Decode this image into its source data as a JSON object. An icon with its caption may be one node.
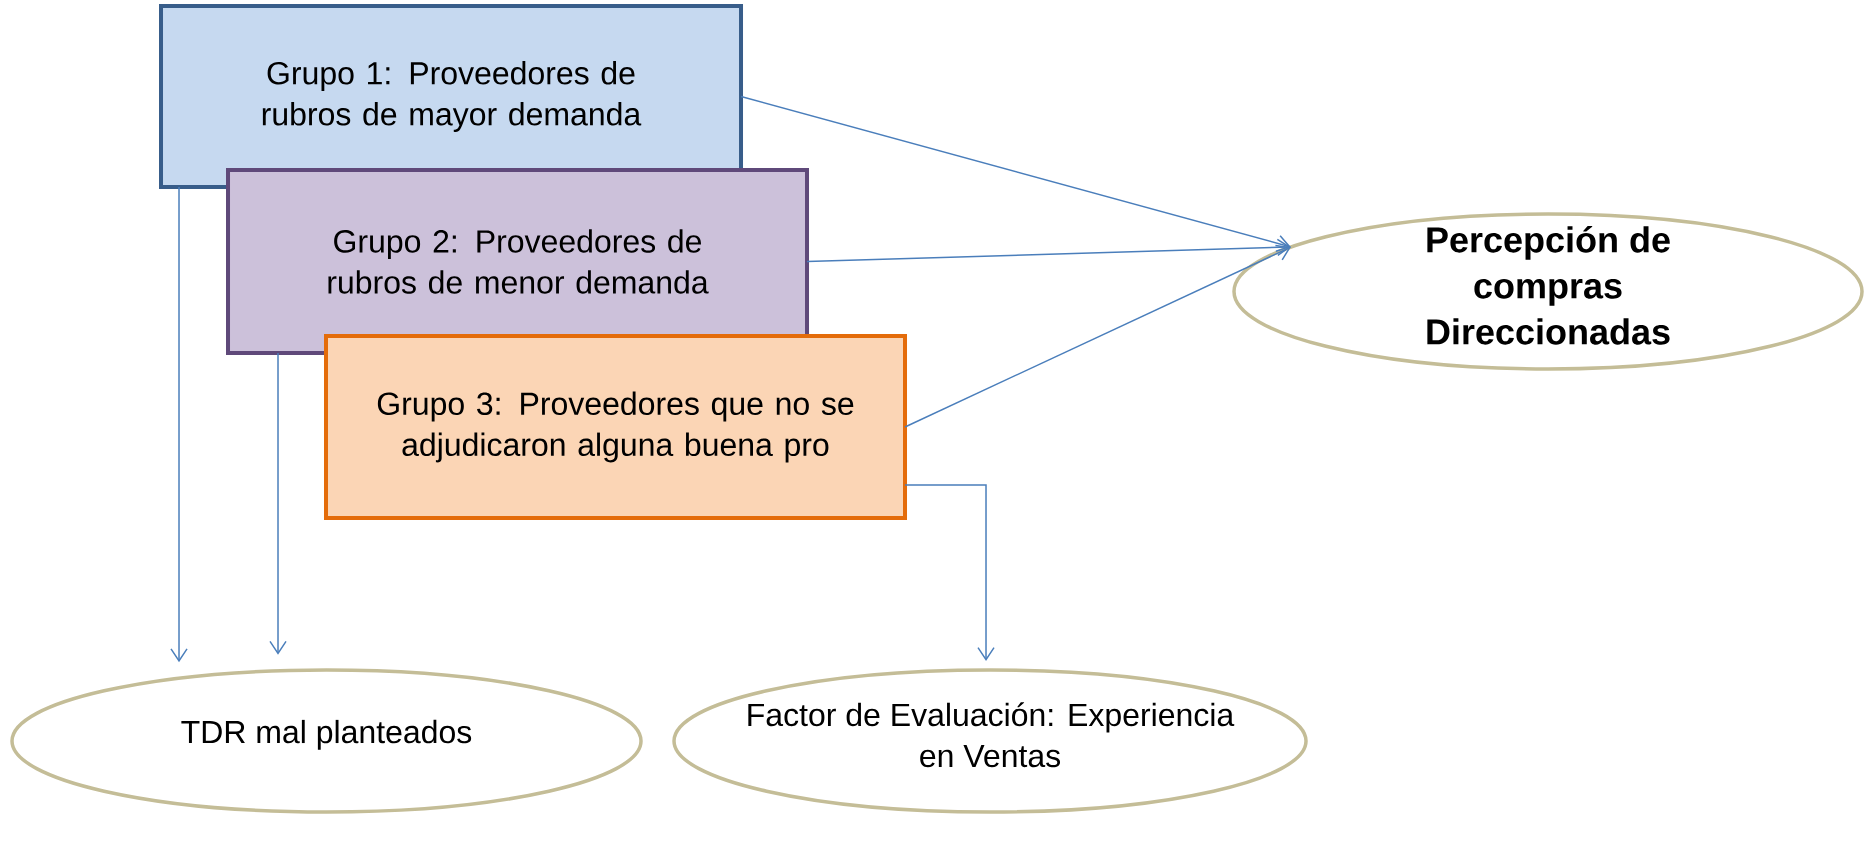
{
  "diagram": {
    "nodes": [
      {
        "text": [
          "Grupo 1: Proveedores de rubros de mayor demanda"
        ]
      },
      {
        "text": [
          "Grupo 2: Proveedores de rubros de menor demanda"
        ]
      },
      {
        "text": [
          "Grupo 3: Proveedores que no se adjudicaron alguna buena pro"
        ]
      },
      {
        "text": [
          "Percepción de compras Direccionadas"
        ]
      },
      {
        "text": [
          "TDR mal planteados"
        ]
      },
      {
        "text": [
          "Factor de Evaluación: Experiencia en Ventas"
        ]
      }
    ],
    "edges": [
      {
        "from": 0,
        "to": 3,
        "arrow": "to"
      },
      {
        "from": 1,
        "to": 3,
        "arrow": "to"
      },
      {
        "from": 2,
        "to": 3,
        "arrow": "to"
      },
      {
        "from": 0,
        "to": 4,
        "arrow": "to"
      },
      {
        "from": 1,
        "to": 4,
        "arrow": "to"
      },
      {
        "from": 2,
        "to": 5,
        "arrow": "to"
      }
    ]
  }
}
